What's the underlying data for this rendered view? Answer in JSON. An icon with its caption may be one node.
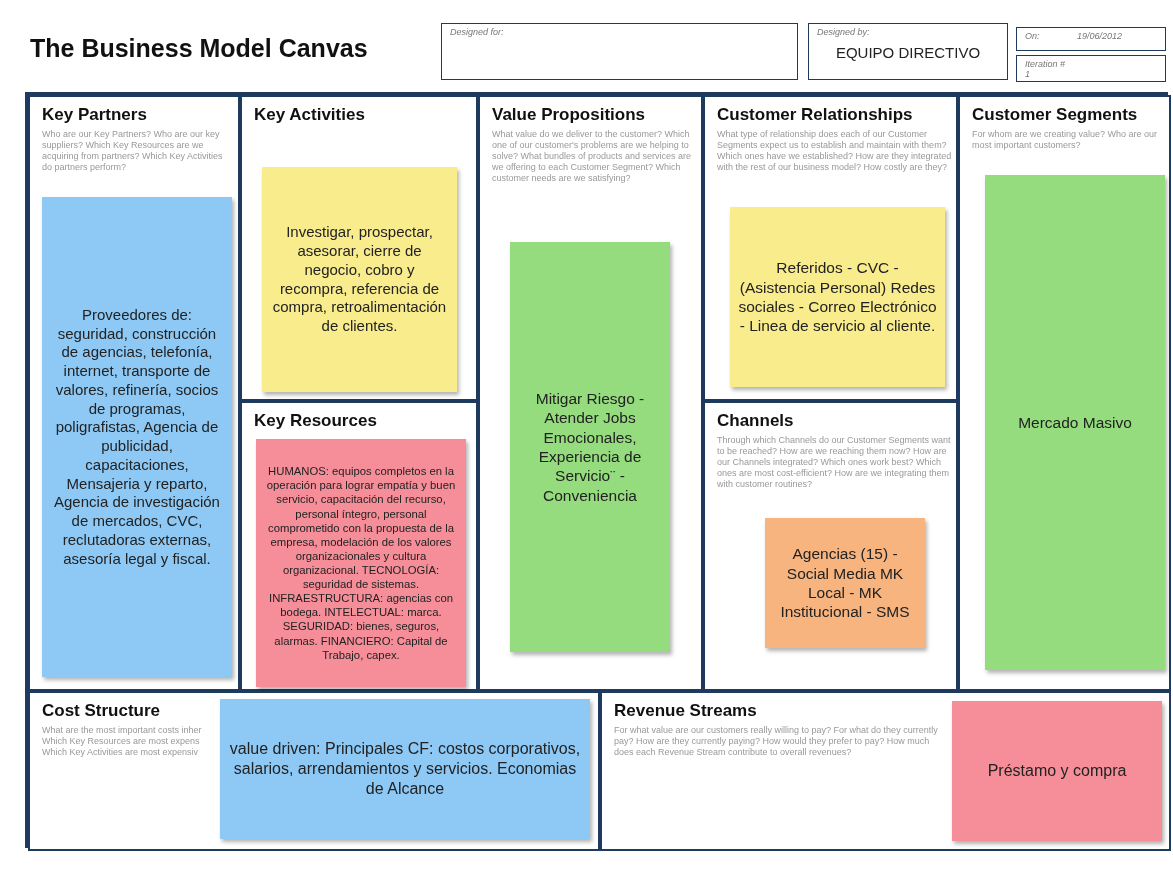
{
  "diagram": {
    "title": "The Business Model Canvas",
    "nodes": [
      {
        "text": [
          "Designed for:"
        ]
      },
      {
        "text": [
          "Designed by:",
          "EQUIPO DIRECTIVO"
        ]
      },
      {
        "text": [
          "On:",
          "19/06/2012"
        ]
      },
      {
        "text": [
          "Iteration #",
          "1"
        ]
      },
      {
        "text": [
          "Key Partners",
          "Who are our Key Partners? Who are our key suppliers? Which Key Resources are we acquiring from partners? Which Key Activities do partners perform?"
        ]
      },
      {
        "text": [
          "Proveedores de: seguridad, construcción de agencias, telefonía, internet, transporte de valores, refinería, socios de programas, poligrafistas, Agencia de publicidad, capacitaciones, Mensajeria y reparto, Agencia de investigación de mercados, CVC, reclutadoras externas, asesoría legal y fiscal."
        ],
        "in": 4
      },
      {
        "text": [
          "Key Activities"
        ]
      },
      {
        "text": [
          "Investigar, prospectar, asesorar, cierre de negocio, cobro y recompra, referencia de compra, retroalimentación de clientes."
        ],
        "in": 6
      },
      {
        "text": [
          "Key Resources"
        ]
      },
      {
        "text": [
          "HUMANOS: equipos completos en la operación para lograr empatía y buen servicio, capacitación del recurso, personal íntegro, personal comprometido con la propuesta de la empresa, modelación de los valores organizacionales y cultura organizacional. TECNOLOGÍA: seguridad de sistemas. INFRAESTRUCTURA: agencias con bodega. INTELECTUAL: marca. SEGURIDAD: bienes, seguros, alarmas. FINANCIERO: Capital de Trabajo, capex."
        ],
        "in": 8
      },
      {
        "text": [
          "Value Propositions",
          "What value do we deliver to the customer? Which one of our customer's problems are we helping to solve? What bundles of products and services are we offering to each Customer Segment? Which customer needs are we satisfying?"
        ]
      },
      {
        "text": [
          "Mitigar Riesgo - Atender Jobs Emocionales, Experiencia de Servicio¨ - Conveniencia"
        ],
        "in": 10
      },
      {
        "text": [
          "Customer Relationships",
          "What type of relationship does each of our Customer Segments expect us to establish and maintain with them? Which ones have we established? How are they integrated with the rest of our business model? How costly are they?"
        ]
      },
      {
        "text": [
          "Referidos - CVC - (Asistencia Personal) Redes sociales - Correo Electrónico - Linea de servicio al cliente."
        ],
        "in": 12
      },
      {
        "text": [
          "Channels",
          "Through which Channels do our Customer Segments want to be reached? How are we reaching them now? How are our Channels integrated? Which ones work best? Which ones are most cost-efficient? How are we integrating them with customer routines?"
        ]
      },
      {
        "text": [
          "Agencias (15) - Social Media MK Local - MK Institucional - SMS"
        ],
        "in": 14
      },
      {
        "text": [
          "Customer Segments",
          "For whom are we creating value? Who are our most important customers?"
        ]
      },
      {
        "text": [
          "Mercado Masivo"
        ],
        "in": 16
      },
      {
        "text": [
          "Cost Structure",
          "What are the most important costs inher Which Key Resources are most expens Which Key Activities are most expensiv"
        ]
      },
      {
        "text": [
          "value driven: Principales CF: costos corporativos, salarios, arrendamientos y servicios. Economias de Alcance"
        ],
        "in": 18
      },
      {
        "text": [
          "Revenue Streams",
          "For what value are our customers really willing to pay? For what do they currently pay? How are they currently paying? How would they prefer to pay? How much does each Revenue Stream contribute to overall revenues?"
        ]
      },
      {
        "text": [
          "Préstamo y compra"
        ],
        "in": 20
      }
    ]
  }
}
